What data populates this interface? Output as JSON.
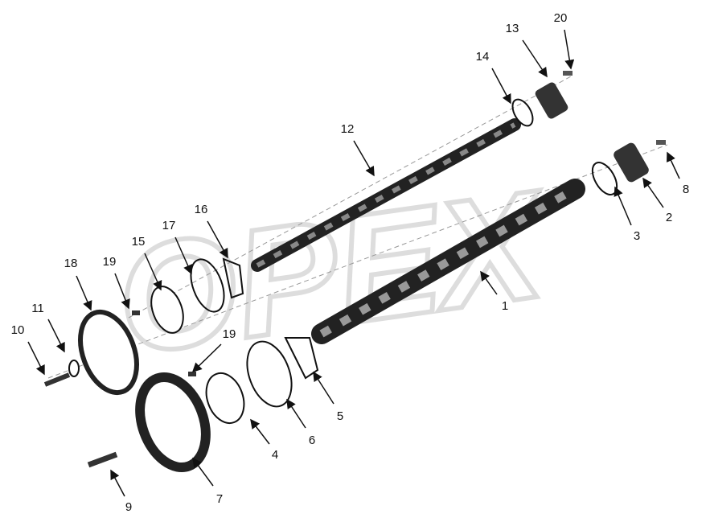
{
  "watermark": "OPEX",
  "colors": {
    "line": "#111111",
    "part_fill": "#3a3a3a",
    "watermark": "#dddddd"
  },
  "callouts": [
    {
      "number": "1",
      "part": "camshaft-lower"
    },
    {
      "number": "2",
      "part": "thrust-plate-right"
    },
    {
      "number": "3",
      "part": "o-ring-right"
    },
    {
      "number": "4",
      "part": "hub-lower"
    },
    {
      "number": "5",
      "part": "gasket-lower"
    },
    {
      "number": "6",
      "part": "o-ring-lower"
    },
    {
      "number": "7",
      "part": "gear-lower"
    },
    {
      "number": "8",
      "part": "bolt-right"
    },
    {
      "number": "9",
      "part": "bolt-lower"
    },
    {
      "number": "10",
      "part": "bolt-left"
    },
    {
      "number": "11",
      "part": "washer"
    },
    {
      "number": "12",
      "part": "camshaft-upper"
    },
    {
      "number": "13",
      "part": "thrust-plate-top"
    },
    {
      "number": "14",
      "part": "o-ring-top"
    },
    {
      "number": "15",
      "part": "hub-upper"
    },
    {
      "number": "16",
      "part": "gasket-upper"
    },
    {
      "number": "17",
      "part": "o-ring-upper"
    },
    {
      "number": "18",
      "part": "gear-upper"
    },
    {
      "number": "19",
      "part": "screw-upper"
    },
    {
      "number": "19",
      "part": "screw-lower"
    },
    {
      "number": "20",
      "part": "bolt-top"
    }
  ]
}
